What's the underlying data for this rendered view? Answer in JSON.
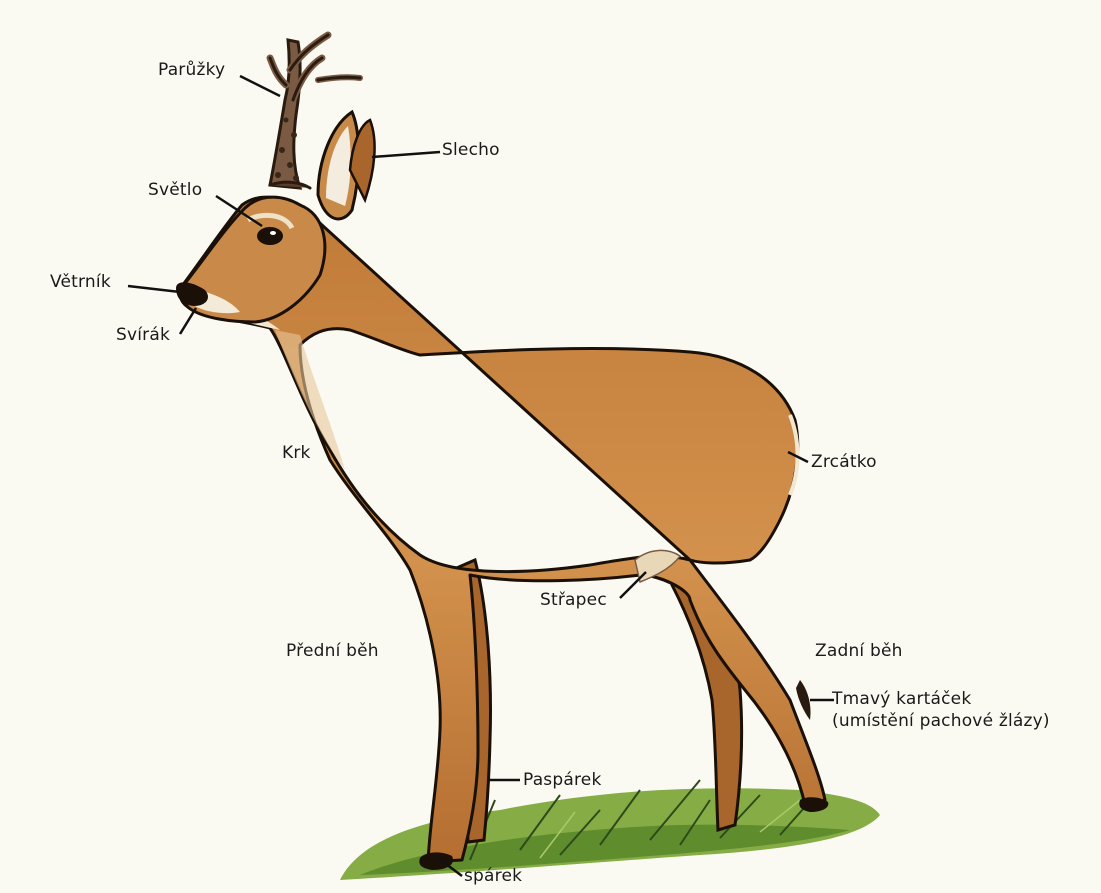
{
  "colors": {
    "background": "#fbfaf2",
    "coat": "#c9833f",
    "coat_light": "#dd9f5c",
    "coat_dark": "#9a5b24",
    "outline": "#1a1008",
    "antler": "#7a5a43",
    "grass": "#7aa23a",
    "leader_line": "#111111"
  },
  "labels": {
    "paruzky": "Parůžky",
    "slecho": "Slecho",
    "svetlo": "Světlo",
    "vetrnik": "Větrník",
    "svirak": "Svírák",
    "krk": "Krk",
    "zrcatko": "Zrcátko",
    "strapec": "Střapec",
    "predni_beh": "Přední běh",
    "zadni_beh": "Zadní běh",
    "tmavy_kartacek": "Tmavý kartáček\n(umístění pachové žlázy)",
    "paspárek": "Paspárek",
    "sparek": "spárek"
  }
}
